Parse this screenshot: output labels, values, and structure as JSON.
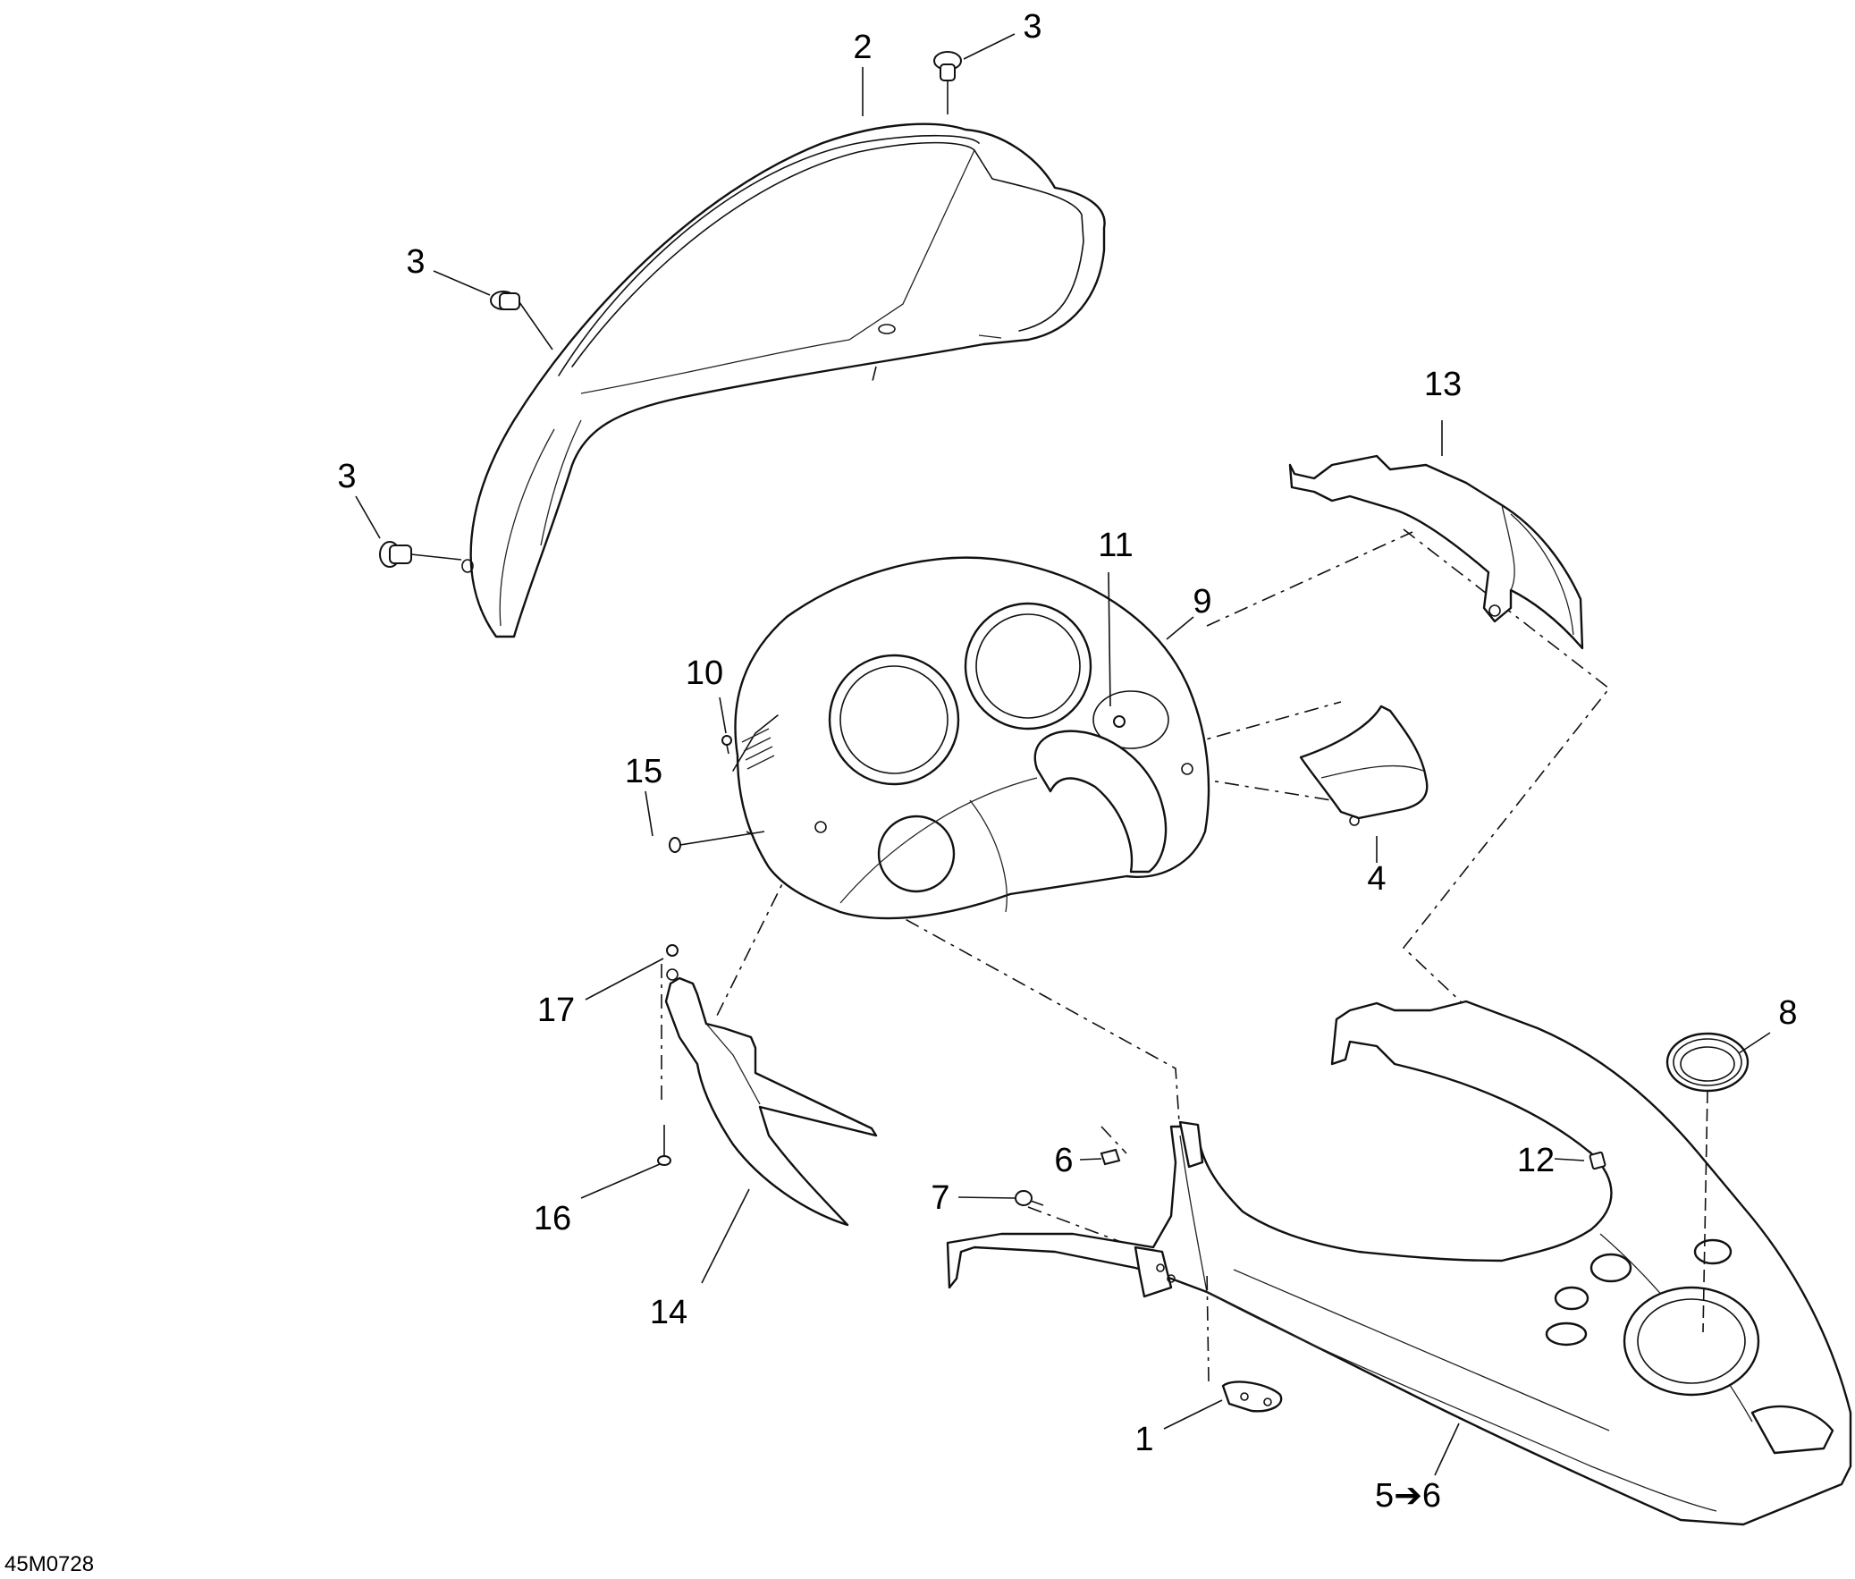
{
  "figure": {
    "reference_code": "45M0728"
  },
  "callouts": {
    "c1": "1",
    "c2": "2",
    "c3a": "3",
    "c3b": "3",
    "c3c": "3",
    "c4": "4",
    "c5to6": "5➔6",
    "c6": "6",
    "c7": "7",
    "c8": "8",
    "c9": "9",
    "c10": "10",
    "c11": "11",
    "c12": "12",
    "c13": "13",
    "c14": "14",
    "c15": "15",
    "c16": "16",
    "c17": "17"
  },
  "colors": {
    "line": "#111111",
    "background": "#ffffff"
  }
}
